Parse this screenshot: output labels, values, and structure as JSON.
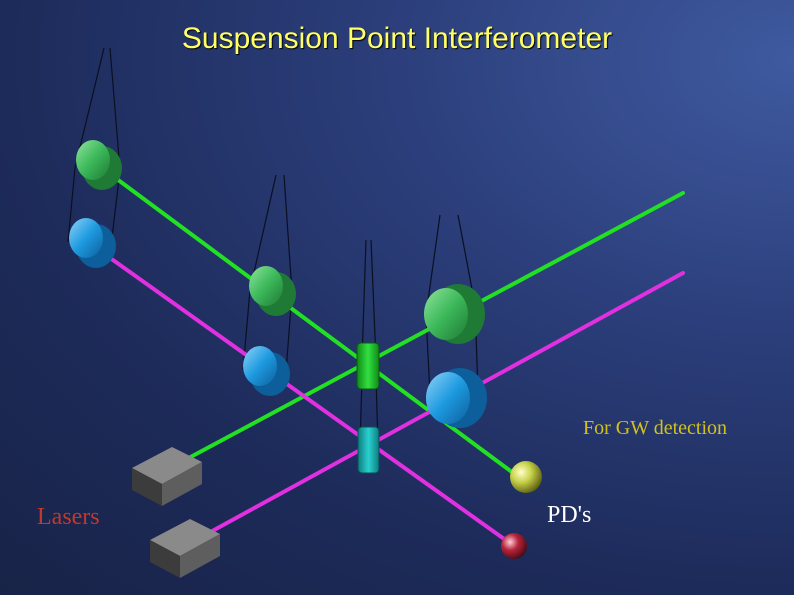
{
  "slide": {
    "title": "Suspension Point Interferometer"
  },
  "labels": {
    "lasers": "Lasers",
    "pds": "PD's",
    "gw_detection": "For GW detection"
  },
  "colors": {
    "title": "#ffff66",
    "green_beam": "#22e022",
    "magenta_beam": "#e030e0",
    "lasers_label": "#c0392b",
    "gw_label": "#d4c21a",
    "green_mirror": "#3cb85a",
    "blue_mirror": "#1e9ae0",
    "background": "#2c3f7c"
  },
  "icons": [
    "laser-box-icon",
    "mirror-icon",
    "beam-splitter-icon",
    "photodiode-icon",
    "suspension-wire-icon"
  ]
}
